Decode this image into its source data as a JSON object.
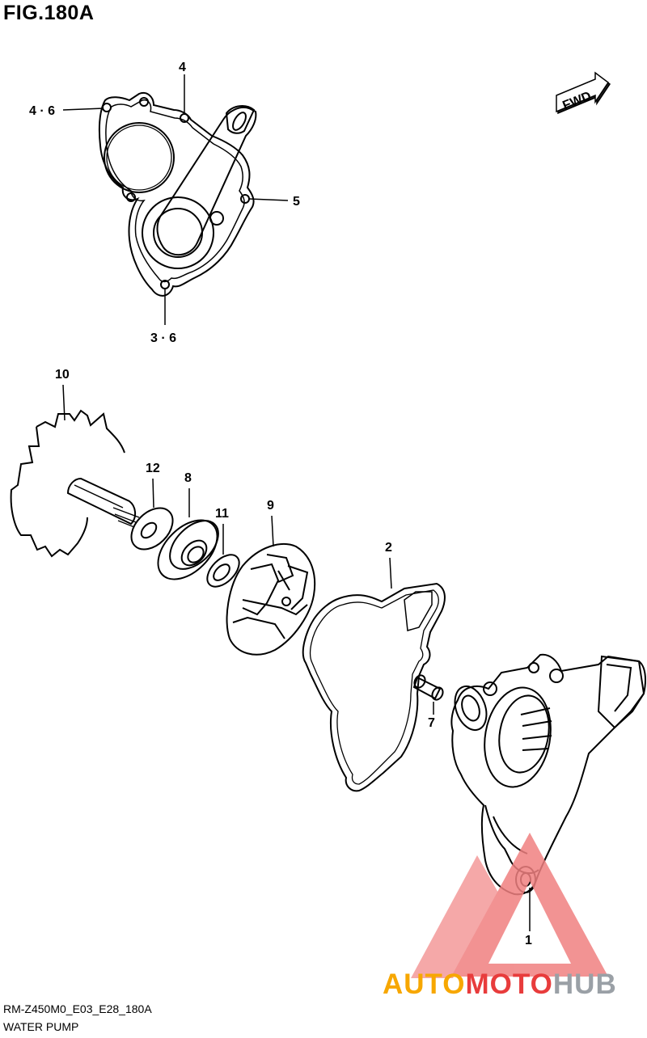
{
  "figure": {
    "title": "FIG.180A",
    "code": "RM-Z450M0_E03_E28_180A",
    "name": "WATER PUMP",
    "direction_badge": "FWD"
  },
  "callouts": {
    "c_4_6": "4 · 6",
    "c_4": "4",
    "c_5": "5",
    "c_3_6": "3 · 6",
    "c_10": "10",
    "c_12": "12",
    "c_8": "8",
    "c_11": "11",
    "c_9": "9",
    "c_2": "2",
    "c_7": "7",
    "c_1": "1"
  },
  "watermark": {
    "part1": "AUTO",
    "part2": "MOTO",
    "part3": "HUB",
    "colors": {
      "auto": "#f7a700",
      "moto": "#e83c3c",
      "hub": "#9aa0a6",
      "triangle": "#f08080"
    }
  }
}
